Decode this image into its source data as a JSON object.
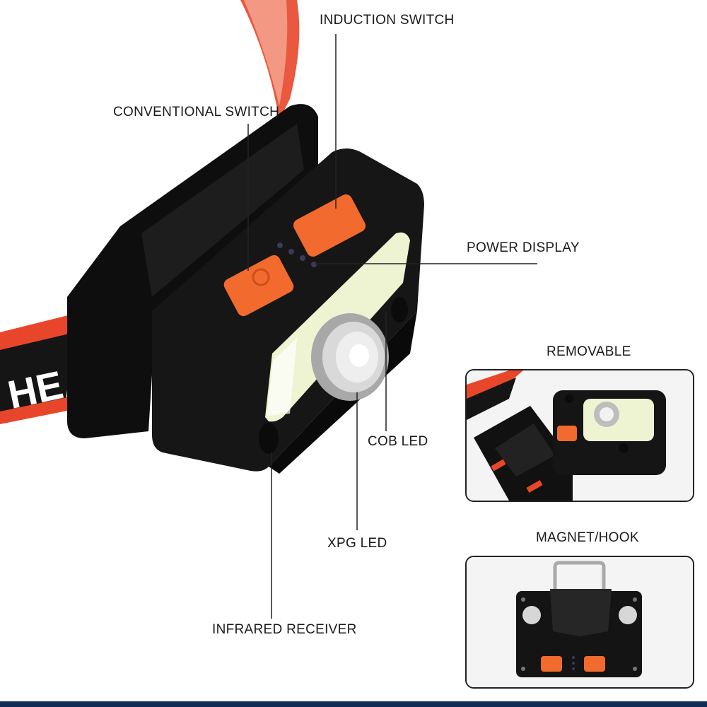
{
  "labels": {
    "induction_switch": "INDUCTION SWITCH",
    "conventional_switch": "CONVENTIONAL SWITCH",
    "power_display": "POWER DISPLAY",
    "cob_led": "COB LED",
    "xpg_led": "XPG LED",
    "infrared_receiver": "INFRARED RECEIVER",
    "removable": "REMOVABLE",
    "magnet_hook": "MAGNET/HOOK"
  },
  "strap_text": "HEA",
  "colors": {
    "accent": "#f26a2e",
    "strap": "#e8462a",
    "body": "#141414",
    "cob": "#f2f6dc",
    "footer": "#0f2d55"
  }
}
